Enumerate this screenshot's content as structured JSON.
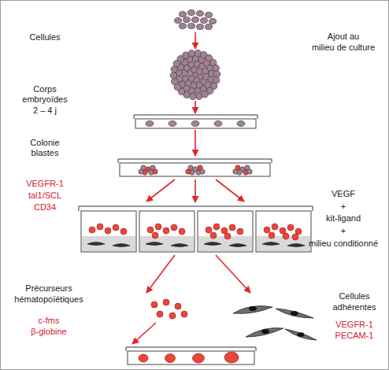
{
  "diagram": {
    "labels": [
      "Cellules",
      "Ajout au",
      "milieu de culture",
      "Corps",
      "embryoïdes",
      "2 – 4 j",
      "Colonie",
      "blastes",
      "VEGFR-1",
      "tal1/SCL",
      "CD34",
      "VEGF",
      "+",
      "kit-ligand",
      "+",
      "milieu conditionné",
      "Précurseurs",
      "hématopoïétiques",
      "Cellules",
      "adhérentes",
      "c-fms",
      "β-globine",
      "VEGFR-1",
      "PECAM-1"
    ]
  }
}
